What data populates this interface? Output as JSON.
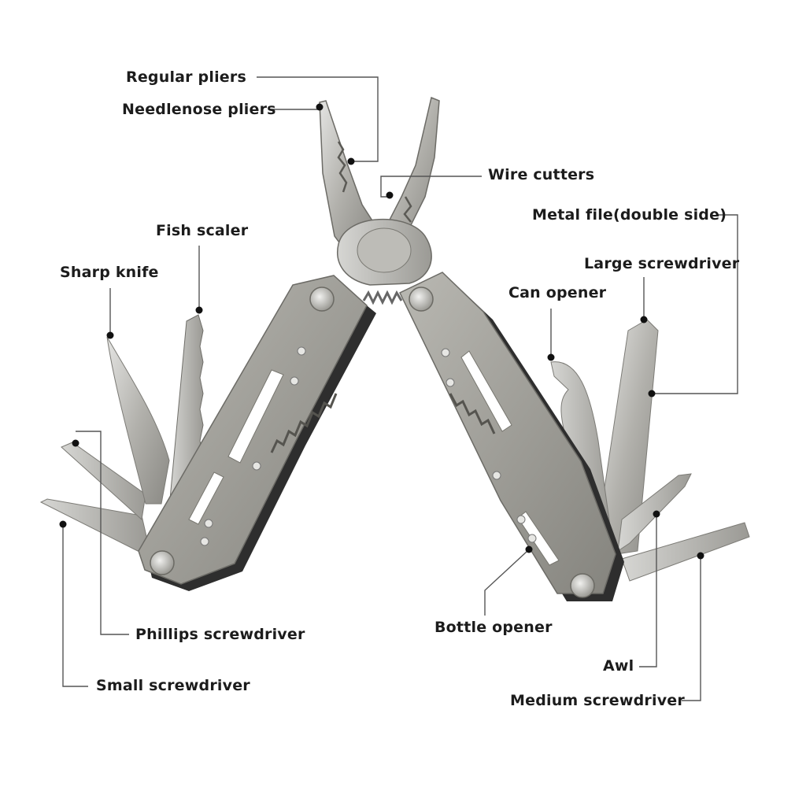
{
  "labels": {
    "regular_pliers": "Regular pliers",
    "needlenose_pliers": "Needlenose pliers",
    "wire_cutters": "Wire cutters",
    "metal_file": "Metal file(double side)",
    "large_screwdriver": "Large screwdriver",
    "can_opener": "Can opener",
    "fish_scaler": "Fish scaler",
    "sharp_knife": "Sharp knife",
    "phillips_screwdriver": "Phillips screwdriver",
    "small_screwdriver": "Small screwdriver",
    "bottle_opener": "Bottle opener",
    "awl": "Awl",
    "medium_screwdriver": "Medium screwdriver"
  },
  "colors": {
    "steel_light": "#c9c9c7",
    "steel_mid": "#9e9d98",
    "steel_dark": "#6f6e69",
    "handle_shadow": "#2b2b2b",
    "text": "#1c1c1c",
    "leader_line": "#555555"
  }
}
